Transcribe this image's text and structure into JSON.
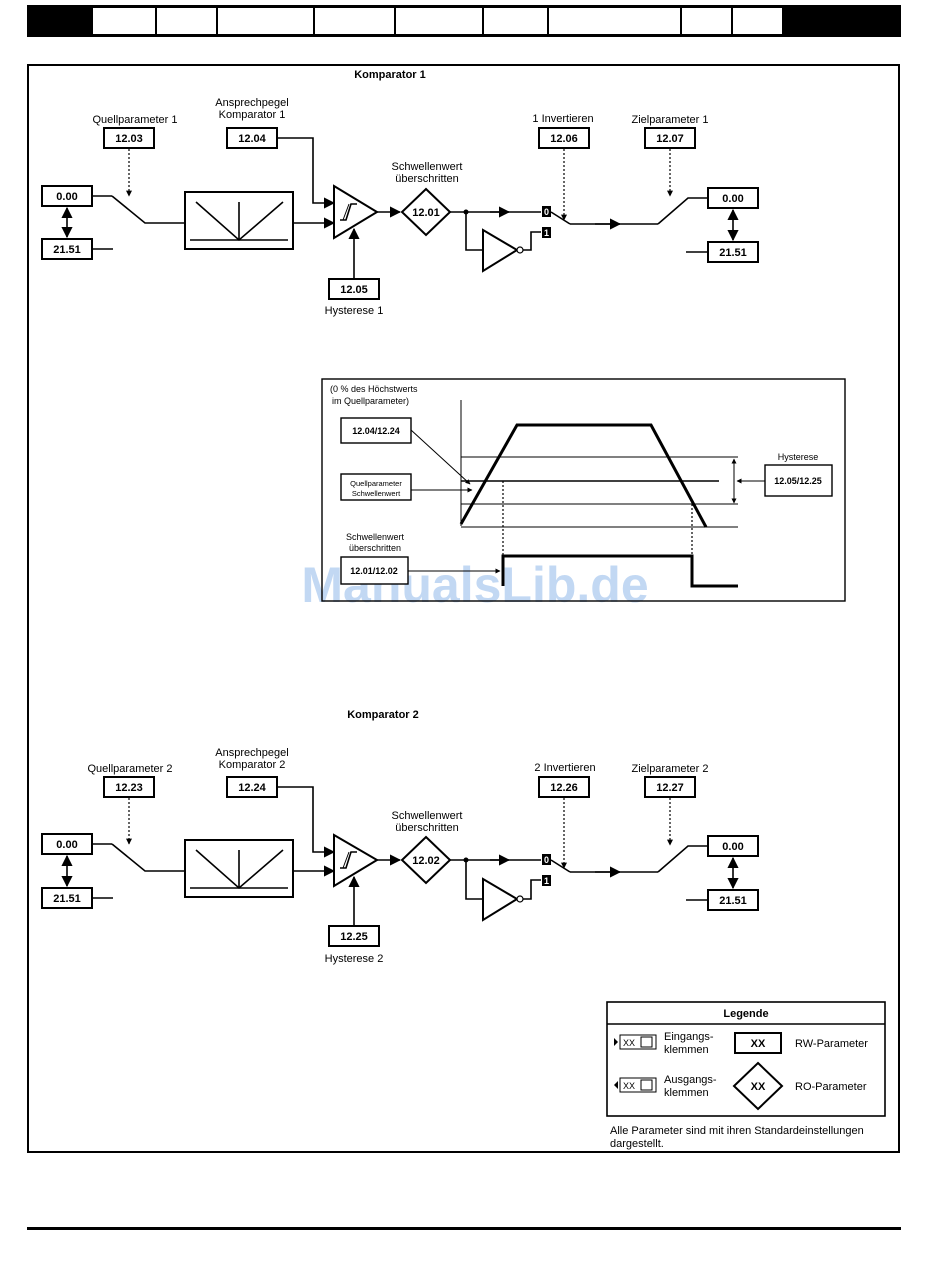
{
  "header": {
    "cells": [
      "",
      "",
      "",
      "",
      "",
      "",
      "",
      "",
      ""
    ]
  },
  "watermark": "ManualsLib.de",
  "comp1": {
    "title": "Komparator 1",
    "source_label": "Quellparameter 1",
    "source_param": "12.03",
    "level_label_1": "Ansprechpegel",
    "level_label_2": "Komparator 1",
    "level_param": "12.04",
    "exceeded_label_1": "Schwellenwert",
    "exceeded_label_2": "überschritten",
    "exceeded_param": "12.01",
    "invert_label": "1 Invertieren",
    "invert_param": "12.06",
    "dest_label": "Zielparameter 1",
    "dest_param": "12.07",
    "hyst_param": "12.05",
    "hyst_label": "Hysterese 1",
    "in_value": "0.00",
    "in_param": "21.51",
    "out_value": "0.00",
    "out_param": "21.51",
    "sw0": "0",
    "sw1": "1"
  },
  "timing": {
    "note_1": "(0 % des Höchstwerts",
    "note_2": "im Quellparameter)",
    "level_box": "12.04/12.24",
    "source_box_1": "Quellparameter",
    "source_box_2": "Schwellenwert",
    "hyst_label": "Hysterese",
    "hyst_box": "12.05/12.25",
    "exceeded_label_1": "Schwellenwert",
    "exceeded_label_2": "überschritten",
    "exceeded_box": "12.01/12.02"
  },
  "comp2": {
    "title": "Komparator 2",
    "source_label": "Quellparameter  2",
    "source_param": "12.23",
    "level_label_1": "Ansprechpegel",
    "level_label_2": "Komparator 2",
    "level_param": "12.24",
    "exceeded_label_1": "Schwellenwert",
    "exceeded_label_2": "überschritten",
    "exceeded_param": "12.02",
    "invert_label": "2 Invertieren",
    "invert_param": "12.26",
    "dest_label": "Zielparameter 2",
    "dest_param": "12.27",
    "hyst_param": "12.25",
    "hyst_label": "Hysterese 2",
    "in_value": "0.00",
    "in_param": "21.51",
    "out_value": "0.00",
    "out_param": "21.51",
    "sw0": "0",
    "sw1": "1"
  },
  "legend": {
    "title": "Legende",
    "xx": "XX",
    "input_1": "Eingangs-",
    "input_2": "klemmen",
    "output_1": "Ausgangs-",
    "output_2": "klemmen",
    "rw": "RW-Parameter",
    "ro": "RO-Parameter"
  },
  "note_1": "Alle Parameter sind mit ihren Standardeinstellungen",
  "note_2": "dargestellt."
}
